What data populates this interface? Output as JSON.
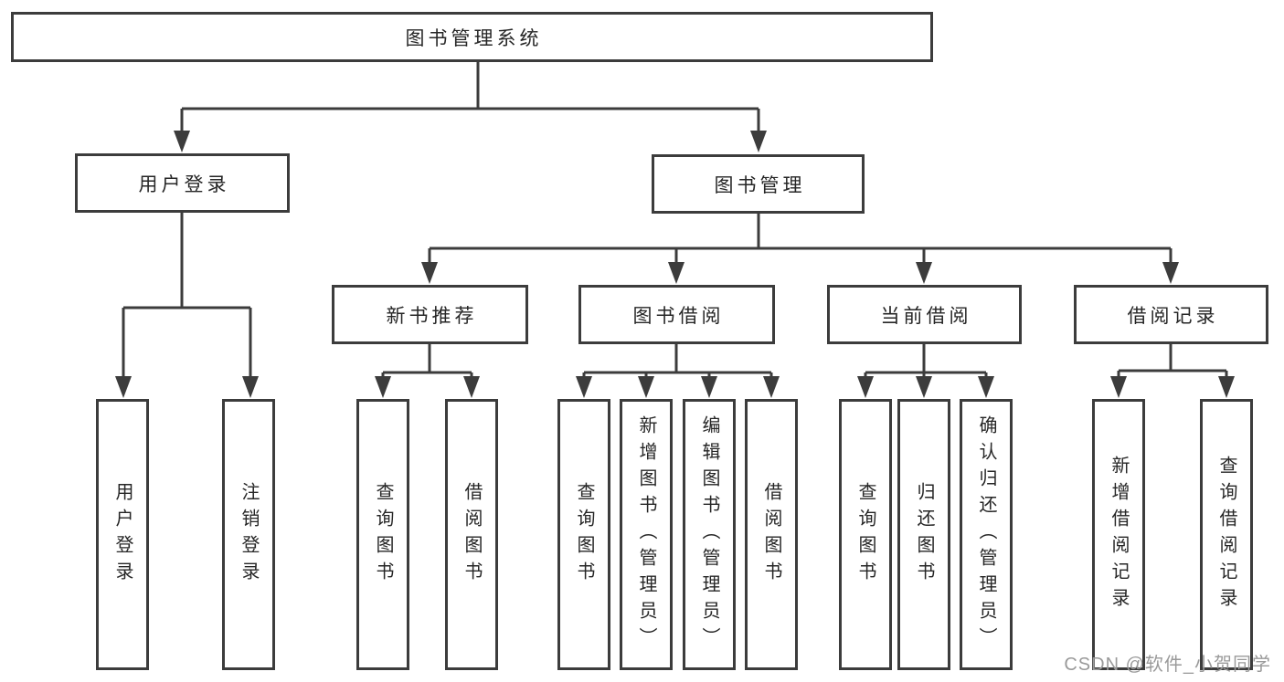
{
  "tree": {
    "root": {
      "label": "图书管理系统"
    },
    "branches": [
      {
        "label": "用户登录",
        "children": [
          {
            "label": "用户登录"
          },
          {
            "label": "注销登录"
          }
        ]
      },
      {
        "label": "图书管理",
        "children": [
          {
            "label": "新书推荐",
            "children": [
              {
                "label": "查询图书"
              },
              {
                "label": "借阅图书"
              }
            ]
          },
          {
            "label": "图书借阅",
            "children": [
              {
                "label": "查询图书"
              },
              {
                "label": "新增图书（管理员）"
              },
              {
                "label": "编辑图书（管理员）"
              },
              {
                "label": "借阅图书"
              }
            ]
          },
          {
            "label": "当前借阅",
            "children": [
              {
                "label": "查询图书"
              },
              {
                "label": "归还图书"
              },
              {
                "label": "确认归还（管理员）"
              }
            ]
          },
          {
            "label": "借阅记录",
            "children": [
              {
                "label": "新增借阅记录"
              },
              {
                "label": "查询借阅记录"
              }
            ]
          }
        ]
      }
    ]
  },
  "watermark": {
    "text": "CSDN @软件_小贺同学"
  },
  "colors": {
    "line": "#3c3c3c",
    "text": "#262626",
    "box_background": "#ffffff",
    "watermark": "#9a9a9a"
  }
}
